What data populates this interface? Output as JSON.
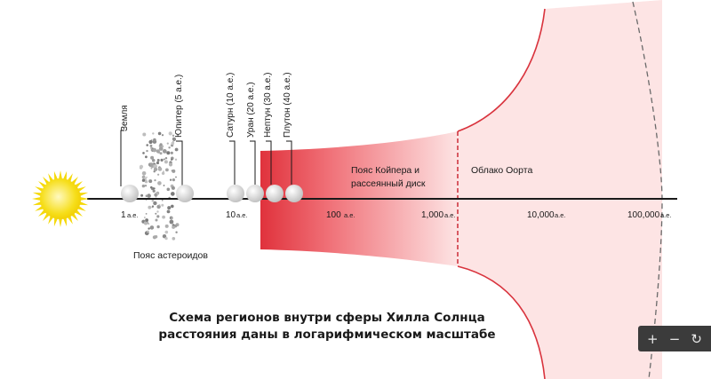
{
  "diagram": {
    "caption_line1": "Схема регионов внутри сферы Хилла Солнца",
    "caption_line2": "расстояния даны в логарифмическом масштабе",
    "axis_ticks": [
      {
        "num": "1",
        "unit": "а.е."
      },
      {
        "num": "10",
        "unit": "а.е."
      },
      {
        "num": "100",
        "unit": "а.е."
      },
      {
        "num": "1,000",
        "unit": "а.е."
      },
      {
        "num": "10,000",
        "unit": "а.е."
      },
      {
        "num": "100,000",
        "unit": "а.е."
      }
    ],
    "planets": [
      {
        "label": "Земля"
      },
      {
        "label": "Юпитер (5 а.е.)"
      },
      {
        "label": "Сатурн (10 а.е.)"
      },
      {
        "label": "Уран (20 а.е.)"
      },
      {
        "label": "Нептун (30 а.е.)"
      },
      {
        "label": "Плутон (40 а.е.)"
      }
    ],
    "asteroid_belt_label": "Пояс астероидов",
    "kuiper_label_line1": "Пояс Койпера и",
    "kuiper_label_line2": "рассеянный диск",
    "oort_label": "Облако Оорта",
    "colors": {
      "sun": "#f5d90a",
      "kuiper": "#e0323c",
      "oort_fill": "#fde4e4",
      "boundary": "#d9333d",
      "planet": "#d8d8d8",
      "axis": "#1a1a1a"
    }
  },
  "toolbar": {
    "zoom_in_icon": "+",
    "zoom_out_icon": "−",
    "reset_icon": "↻"
  }
}
